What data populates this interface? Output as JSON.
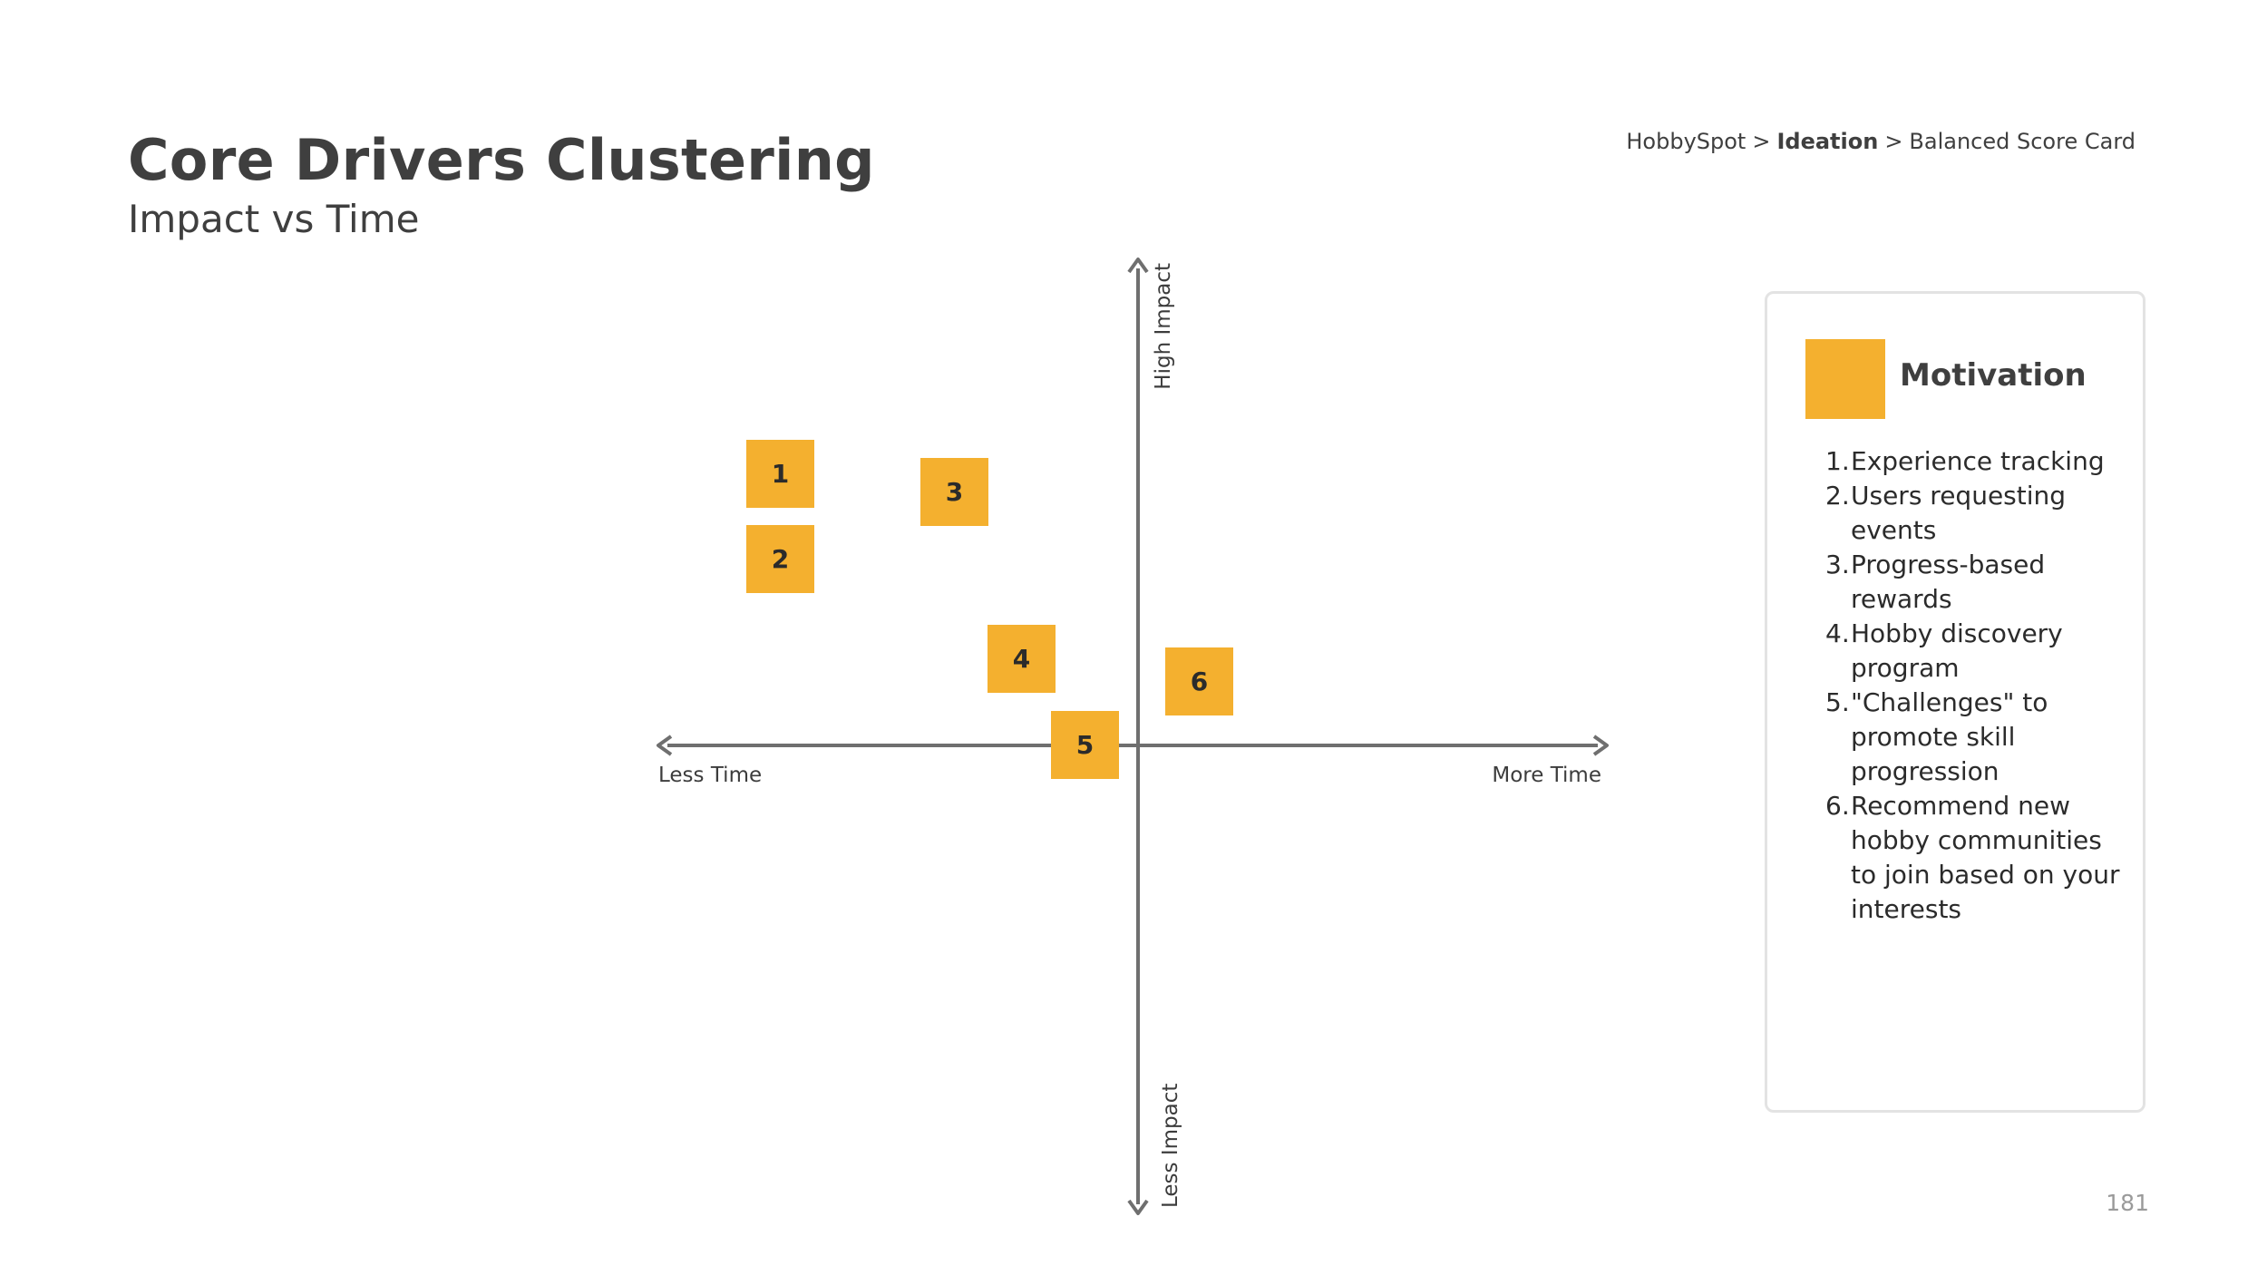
{
  "header": {
    "title": "Core Drivers Clustering",
    "subtitle": "Impact vs Time",
    "breadcrumb": [
      "HobbySpot",
      "Ideation",
      "Balanced Score Card"
    ],
    "breadcrumb_separator": ">"
  },
  "axes": {
    "x_left_label": "Less Time",
    "x_right_label": "More Time",
    "y_top_label": "High Impact",
    "y_bottom_label": "Less Impact"
  },
  "notes": [
    {
      "label": "1"
    },
    {
      "label": "2"
    },
    {
      "label": "3"
    },
    {
      "label": "4"
    },
    {
      "label": "5"
    },
    {
      "label": "6"
    }
  ],
  "legend": {
    "title": "Motivation",
    "color": "#f4b02f",
    "items": [
      {
        "num": "1.",
        "text": "Experience tracking"
      },
      {
        "num": "2.",
        "text": "Users requesting events"
      },
      {
        "num": "3.",
        "text": "Progress-based rewards"
      },
      {
        "num": "4.",
        "text": "Hobby discovery program"
      },
      {
        "num": "5.",
        "text": "\"Challenges\" to promote skill progression"
      },
      {
        "num": "6.",
        "text": "Recommend new hobby communities to join based on your interests"
      }
    ]
  },
  "page_number": "181",
  "colors": {
    "note": "#f4b02f",
    "axis": "#6f6f6f"
  }
}
